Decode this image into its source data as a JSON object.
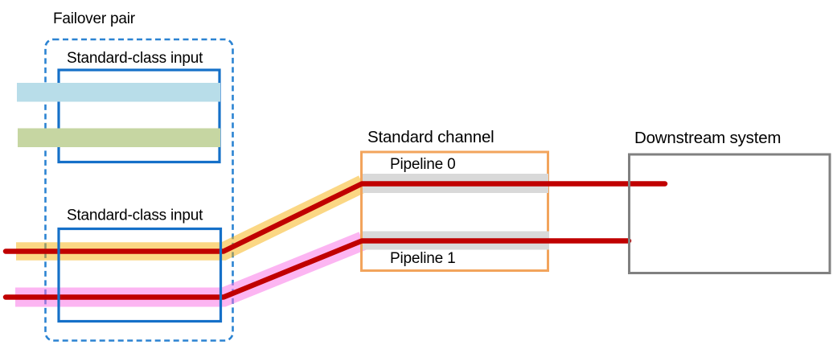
{
  "labels": {
    "failover_pair": "Failover pair",
    "input_top": "Standard-class input",
    "input_bottom": "Standard-class input",
    "standard_channel": "Standard channel",
    "pipeline_0": "Pipeline 0",
    "pipeline_1": "Pipeline 1",
    "downstream_system": "Downstream system"
  },
  "colors": {
    "text": "#000000",
    "dashed_border": "#2b83d2",
    "input_border": "#1570c8",
    "band_lightblue": "#b8dde9",
    "band_green": "#c6d6a2",
    "band_yellow": "rgba(247,175,9,0.5)",
    "band_pink": "rgba(249,107,229,0.5)",
    "channel_border": "#f2a45c",
    "pipeline_band": "#d9d9d9",
    "line_red": "#c00000",
    "downstream_border": "#808080"
  }
}
